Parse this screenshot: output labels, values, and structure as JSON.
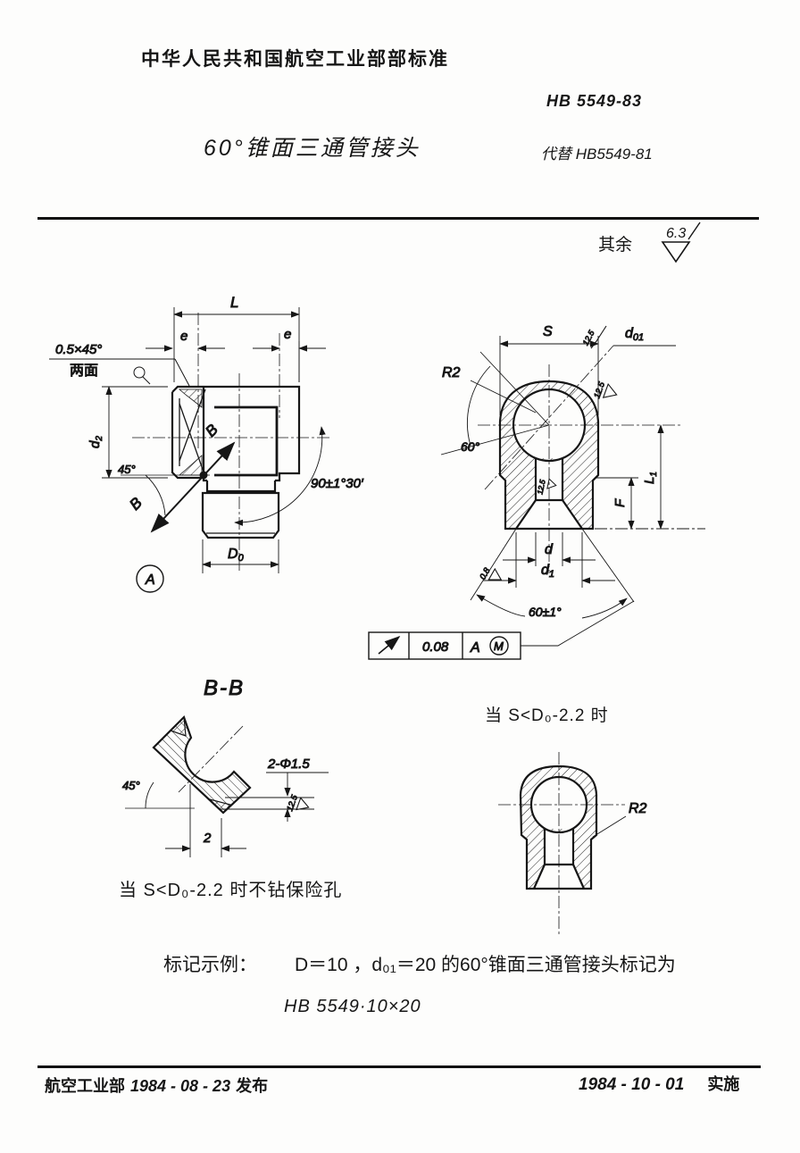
{
  "header": {
    "org": "中华人民共和国航空工业部部标准",
    "standard_no": "HB 5549-83",
    "title": "60°锥面三通管接头",
    "replaces": "代替 HB5549-81"
  },
  "surface_note": {
    "prefix": "其余",
    "value": "6.3"
  },
  "views": {
    "left": {
      "L": "L",
      "e_left": "e",
      "e_right": "e",
      "chamfer": "0.5×45°",
      "both_sides": "两面",
      "d2": {
        "base": "d",
        "sub": "2"
      },
      "deg45": "45°",
      "b_upper": "B",
      "b_lower": "B",
      "deg90": "90±1°30′",
      "D0": {
        "base": "D",
        "sub": "0"
      },
      "datum": "A"
    },
    "right": {
      "S": "S",
      "rough_s": "12.5",
      "d01": {
        "base": "d",
        "sub": "01"
      },
      "R2": "R2",
      "rough_side": "12.5",
      "rough_bore": "12.5",
      "deg60": "60°",
      "L1": {
        "base": "L",
        "sub": "1"
      },
      "F": "F",
      "d": "d",
      "d1": {
        "base": "d",
        "sub": "1"
      },
      "rough_cone": "0.8",
      "deg60_tol": "60±1°",
      "fcf": {
        "value": "0.08",
        "datum": "A",
        "modifier": "M"
      }
    },
    "section": {
      "title": "B-B",
      "deg45": "45°",
      "holes": "2-Φ1.5",
      "rough": "12.5",
      "dim2": "2"
    },
    "alt": {
      "condition": "当 S<D₀-2.2 时",
      "R2": "R2"
    }
  },
  "notes": {
    "no_drill": "当 S<D₀-2.2 时不钻保险孔",
    "example_label": "标记示例：",
    "example_text": "D＝10 ，d₀₁＝20 的60°锥面三通管接头标记为",
    "example_code": "HB 5549·10×20"
  },
  "footer": {
    "org": "航空工业部",
    "issue_date": "1984 - 08 - 23",
    "issue_verb": "发布",
    "effective_date": "1984 - 10 - 01",
    "effective_verb": "实施"
  }
}
